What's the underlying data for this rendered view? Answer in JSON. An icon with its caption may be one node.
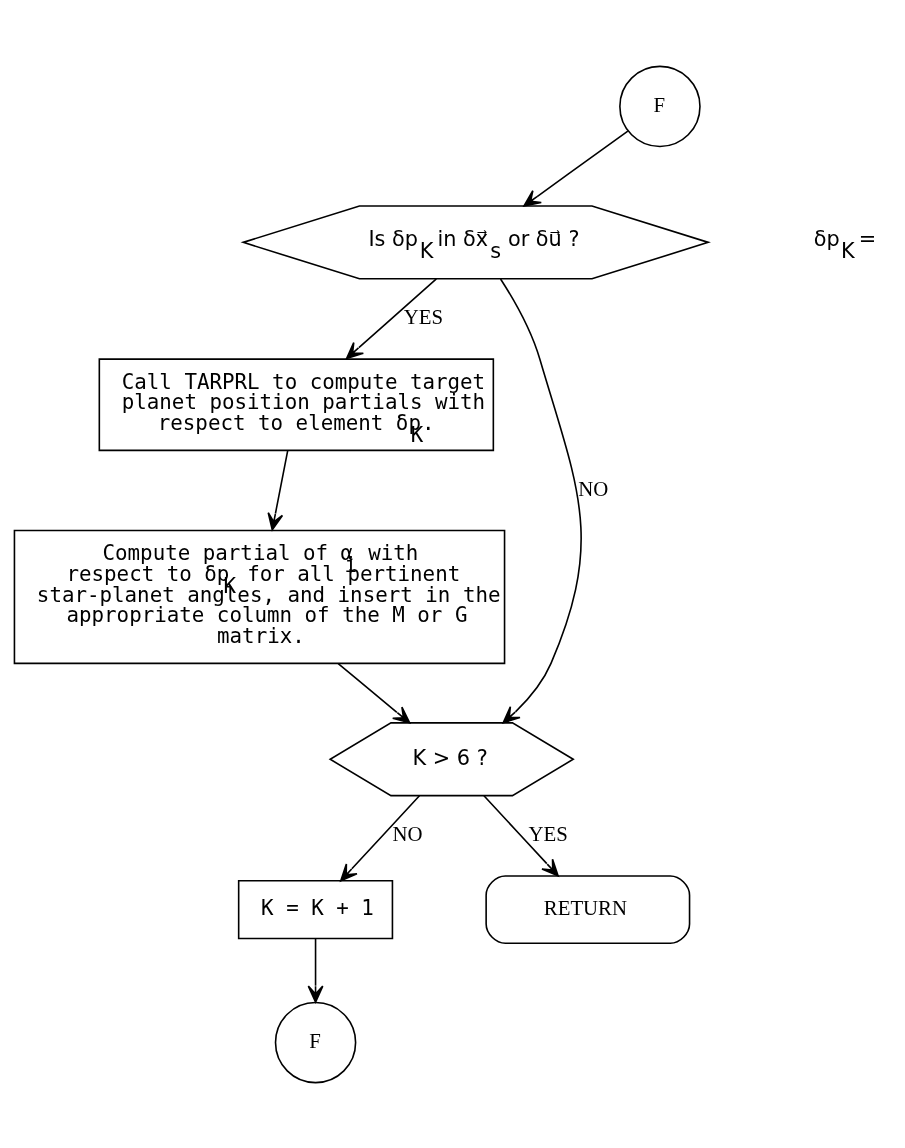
{
  "diagram": {
    "nodes": [
      {
        "text": [
          "F"
        ]
      },
      {
        "text": [
          "Is δp$_{K}$ in δx⃗$_{s}$ or δu⃗ ?"
        ]
      },
      {
        "text": [
          "Call TARPRL to compute target planet position partials with respect to element δp$_{K}$."
        ]
      },
      {
        "text": [
          "Compute partial of α$_{i}$ with respect to δp$_{K}$ for all pertinent star-planet angles, and insert in the appropriate column of the M or G matrix."
        ]
      },
      {
        "text": [
          "K > 6 ?"
        ]
      },
      {
        "text": [
          "K = K + 1"
        ]
      },
      {
        "text": [
          "F"
        ]
      },
      {
        "text": [
          "RETURN"
        ]
      }
    ],
    "edges": [
      {
        "from": 0,
        "to": 1,
        "arrow": "to"
      },
      {
        "from": 1,
        "to": 2,
        "arrow": "to",
        "label": "YES"
      },
      {
        "from": 1,
        "to": 4,
        "arrow": "to",
        "label": "NO"
      },
      {
        "from": 2,
        "to": 3,
        "arrow": "to"
      },
      {
        "from": 3,
        "to": 4,
        "arrow": "to"
      },
      {
        "from": 4,
        "to": 5,
        "arrow": "to",
        "label": "NO"
      },
      {
        "from": 4,
        "to": 7,
        "arrow": "to",
        "label": "YES"
      },
      {
        "from": 5,
        "to": 6,
        "arrow": "to"
      }
    ],
    "labels": [
      "δp$_{K}$ ="
    ]
  }
}
